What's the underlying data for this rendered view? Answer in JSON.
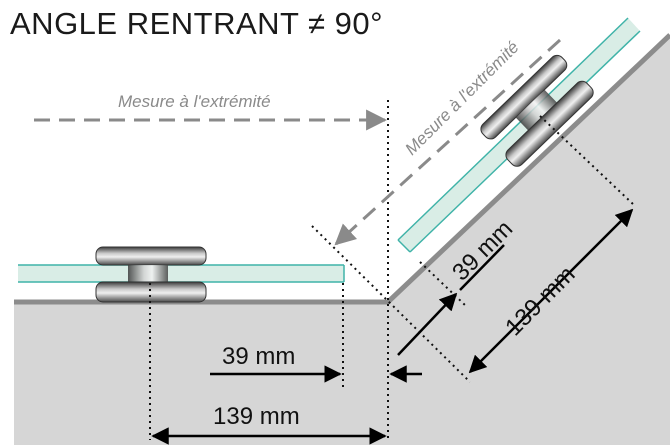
{
  "title": "ANGLE RENTRANT ≠ 90°",
  "labels": {
    "measure_end_horizontal": "Mesure à l'extrémité",
    "measure_end_angled": "Mesure à l'extrémité",
    "dim_offset_horizontal": "39 mm",
    "dim_total_horizontal": "139 mm",
    "dim_offset_angled": "39 mm",
    "dim_total_angled": "139 mm"
  },
  "colors": {
    "wall": "#d6d6d6",
    "wall_edge": "#8c8c8c",
    "glass_fill": "#d9ede6",
    "glass_edge": "#3fb3a8",
    "hardware": "#707070",
    "dashed_arrow": "#8a8a8a",
    "dimension": "#000000"
  }
}
